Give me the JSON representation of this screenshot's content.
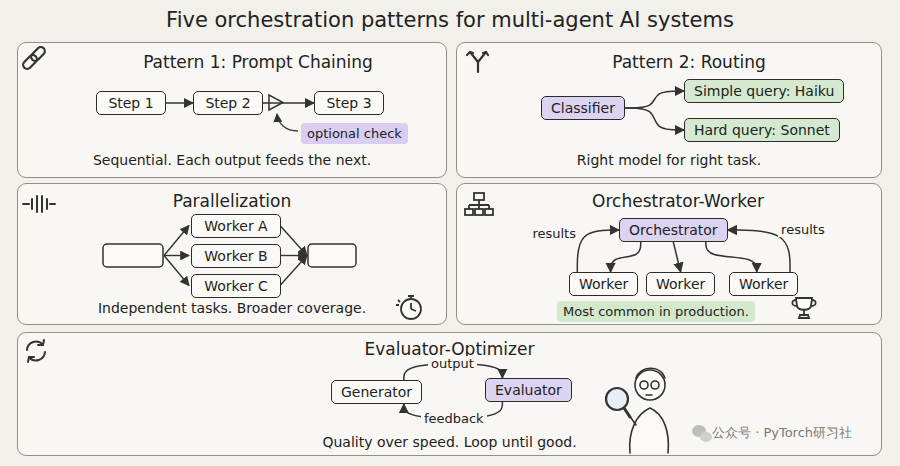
{
  "diagram": {
    "title": "Five orchestration patterns for multi-agent AI systems",
    "nodes": [
      {
        "text": [
          "Pattern 1: Prompt Chaining",
          "Sequential. Each output feeds the next."
        ]
      },
      {
        "text": [
          "Step 1"
        ],
        "in": 0
      },
      {
        "text": [
          "Step 2"
        ],
        "in": 0
      },
      {
        "text": [
          "Step 3"
        ],
        "in": 0
      },
      {
        "text": [
          "optional check"
        ],
        "in": 0
      },
      {
        "text": [
          "Pattern 2: Routing",
          "Right model for right task."
        ]
      },
      {
        "text": [
          "Classifier"
        ],
        "in": 5
      },
      {
        "text": [
          "Simple query: Haiku"
        ],
        "in": 5
      },
      {
        "text": [
          "Hard query: Sonnet"
        ],
        "in": 5
      },
      {
        "text": [
          "Parallelization",
          "Independent tasks. Broader coverage."
        ]
      },
      {
        "text": [
          "Worker A"
        ],
        "in": 9
      },
      {
        "text": [
          "Worker B"
        ],
        "in": 9
      },
      {
        "text": [
          "Worker C"
        ],
        "in": 9
      },
      {
        "text": [
          "Orchestrator-Worker"
        ]
      },
      {
        "text": [
          "Orchestrator"
        ],
        "in": 13
      },
      {
        "text": [
          "Worker"
        ],
        "in": 13
      },
      {
        "text": [
          "Worker"
        ],
        "in": 13
      },
      {
        "text": [
          "Worker"
        ],
        "in": 13
      },
      {
        "text": [
          "Most common in production."
        ],
        "in": 13
      },
      {
        "text": [
          "Evaluator-Optimizer",
          "Quality over speed. Loop until good."
        ]
      },
      {
        "text": [
          "Generator"
        ],
        "in": 19
      },
      {
        "text": [
          "Evaluator"
        ],
        "in": 19
      }
    ],
    "edges": [
      {
        "from": 1,
        "to": 2,
        "arrow": "to"
      },
      {
        "from": 2,
        "to": 3,
        "arrow": "to"
      },
      {
        "from": 6,
        "to": 7,
        "arrow": "to"
      },
      {
        "from": 6,
        "to": 8,
        "arrow": "to"
      },
      {
        "from": 14,
        "to": 15,
        "arrow": "to"
      },
      {
        "from": 14,
        "to": 16,
        "arrow": "to"
      },
      {
        "from": 14,
        "to": 17,
        "arrow": "to"
      },
      {
        "from": 15,
        "to": 14,
        "label": "results",
        "arrow": "to"
      },
      {
        "from": 17,
        "to": 14,
        "label": "results",
        "arrow": "to"
      },
      {
        "from": 20,
        "to": 21,
        "label": "output",
        "arrow": "to"
      },
      {
        "from": 21,
        "to": 20,
        "label": "feedback",
        "arrow": "to"
      }
    ],
    "labels": [
      "公众号 · PyTorch研习社"
    ]
  }
}
